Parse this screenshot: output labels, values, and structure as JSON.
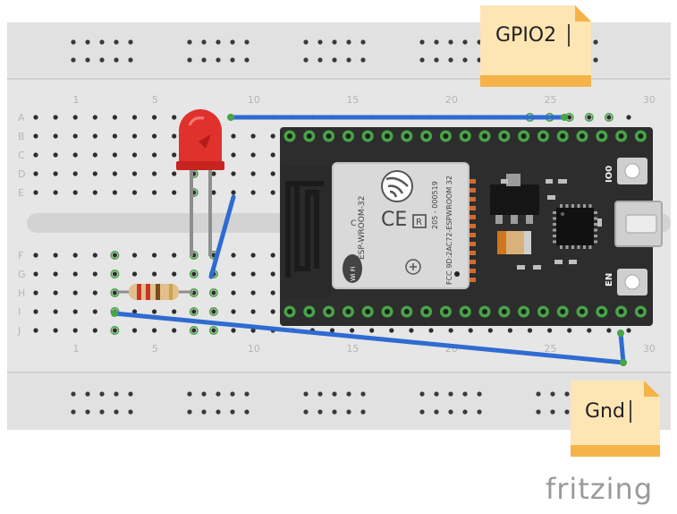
{
  "app": {
    "brand": "fritzing"
  },
  "notes": [
    {
      "id": "gpio2",
      "text": "GPIO2"
    },
    {
      "id": "gnd",
      "text": "Gnd"
    }
  ],
  "breadboard": {
    "row_labels_top": [
      "A",
      "B",
      "C",
      "D",
      "E"
    ],
    "row_labels_bottom": [
      "F",
      "G",
      "H",
      "I",
      "J"
    ],
    "column_numbers": [
      "1",
      "5",
      "10",
      "15",
      "20",
      "25",
      "30"
    ]
  },
  "esp32": {
    "module_label": "ESP-WROOM-32",
    "fcc_label": "FCC 9D:2AC72-ESPWROOM 32",
    "cert_label": "205 - 000519",
    "wifi_label": "Wi Fi",
    "c_label": "C",
    "ce_label": "CE",
    "r_label": "R",
    "io0_label": "IO0",
    "en_label": "EN"
  },
  "colors": {
    "wire": "#2f6bd1",
    "led": "#e0322d",
    "board": "#2d2d2d",
    "note": "#fde5b4",
    "note_band": "#f5b34a",
    "active_hole": "#47a447"
  }
}
